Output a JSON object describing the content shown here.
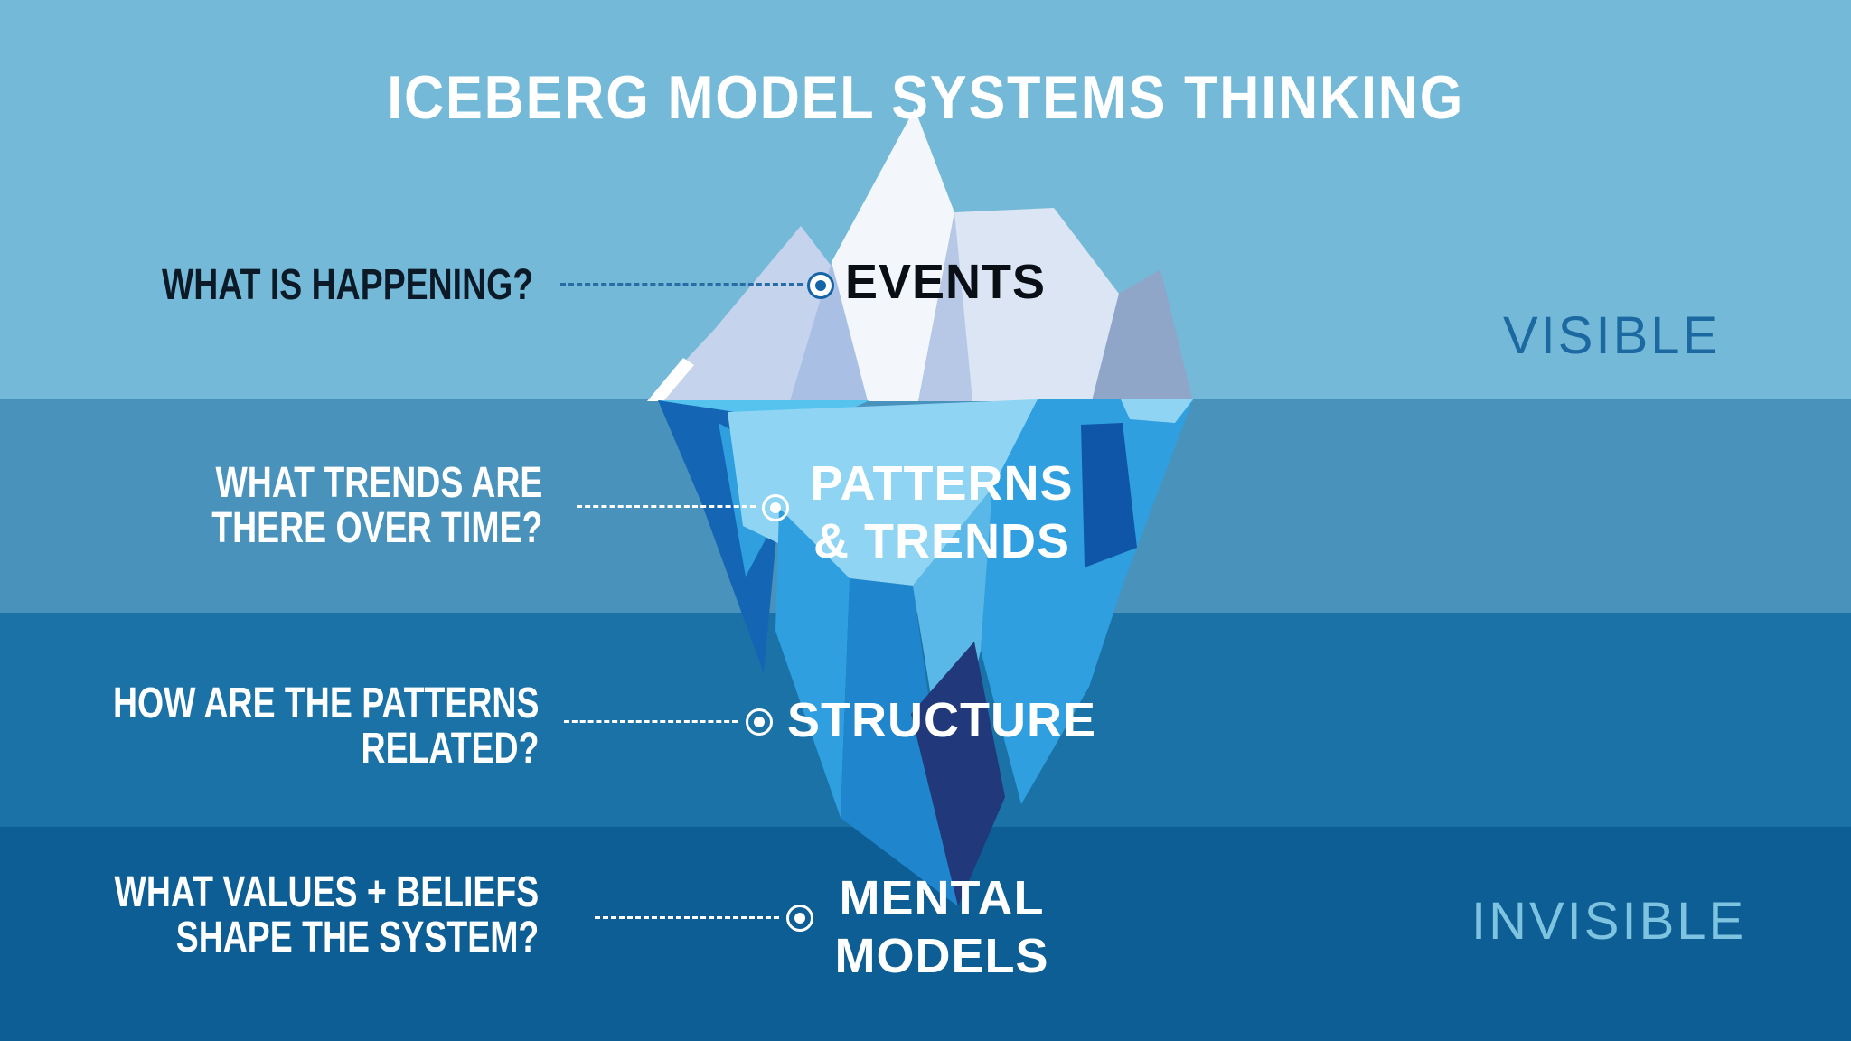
{
  "title": "ICEBERG MODEL SYSTEMS THINKING",
  "zone_labels": {
    "visible": "VISIBLE",
    "invisible": "INVISIBLE"
  },
  "bands": [
    {
      "name": "sky",
      "color": "#74b9d8"
    },
    {
      "name": "water-upper",
      "color": "#4892bc"
    },
    {
      "name": "water-mid",
      "color": "#1a72a7"
    },
    {
      "name": "water-deep",
      "color": "#0d5e94"
    }
  ],
  "layers": [
    {
      "question_lines": [
        "WHAT IS HAPPENING?"
      ],
      "label_lines": [
        "EVENTS"
      ],
      "question_color": "#0c1a28",
      "label_color": "#0a0f16",
      "leader_color": "#2a6da5",
      "marker_ring": "#1464a8",
      "marker_fill": "#ffffff",
      "marker_dot": "#1464a8"
    },
    {
      "question_lines": [
        "WHAT TRENDS ARE",
        "THERE OVER TIME?"
      ],
      "label_lines": [
        "PATTERNS",
        "& TRENDS"
      ],
      "question_color": "#ffffff",
      "label_color": "#ffffff",
      "leader_color": "#ffffff",
      "marker_ring": "#ffffff",
      "marker_fill": "transparent",
      "marker_dot": "#ffffff"
    },
    {
      "question_lines": [
        "HOW ARE THE PATTERNS",
        "RELATED?"
      ],
      "label_lines": [
        "STRUCTURE"
      ],
      "question_color": "#ffffff",
      "label_color": "#ffffff",
      "leader_color": "#ffffff",
      "marker_ring": "#ffffff",
      "marker_fill": "transparent",
      "marker_dot": "#ffffff"
    },
    {
      "question_lines": [
        "WHAT VALUES + BELIEFS",
        "SHAPE THE SYSTEM?"
      ],
      "label_lines": [
        "MENTAL",
        "MODELS"
      ],
      "question_color": "#ffffff",
      "label_color": "#ffffff",
      "leader_color": "#ffffff",
      "marker_ring": "#ffffff",
      "marker_fill": "transparent",
      "marker_dot": "#ffffff"
    }
  ],
  "iceberg_palette": {
    "pure_white": "#ffffff",
    "white": "#f3f7fc",
    "light": "#dbe5f4",
    "mid": "#c5d4ec",
    "shadow": "#a9c0e4",
    "gray": "#8fa6c8",
    "crack": "#b6c8e6",
    "cyan": "#55c3ee",
    "uw_light": "#8fd4f3",
    "uw_midlight": "#59b8e8",
    "uw_bright": "#2f9fe0",
    "uw_mid": "#1f86cd",
    "uw_dark": "#1565b5",
    "uw_navy": "#0f55a8",
    "uw_deep": "#21397b"
  }
}
